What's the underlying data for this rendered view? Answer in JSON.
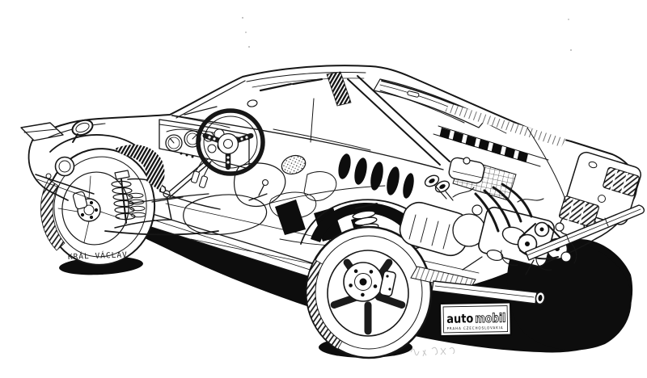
{
  "artwork": {
    "signature": "KRÁL VÁCLAV",
    "colors": {
      "ink": "#161616",
      "paper": "#ffffff",
      "shadow": "#000000",
      "pencil": "#c4c4c4"
    }
  },
  "logo": {
    "word_solid": "auto",
    "word_outline": "mobil",
    "subtitle": "PRAHA CZECHOSLOVAKIA"
  }
}
